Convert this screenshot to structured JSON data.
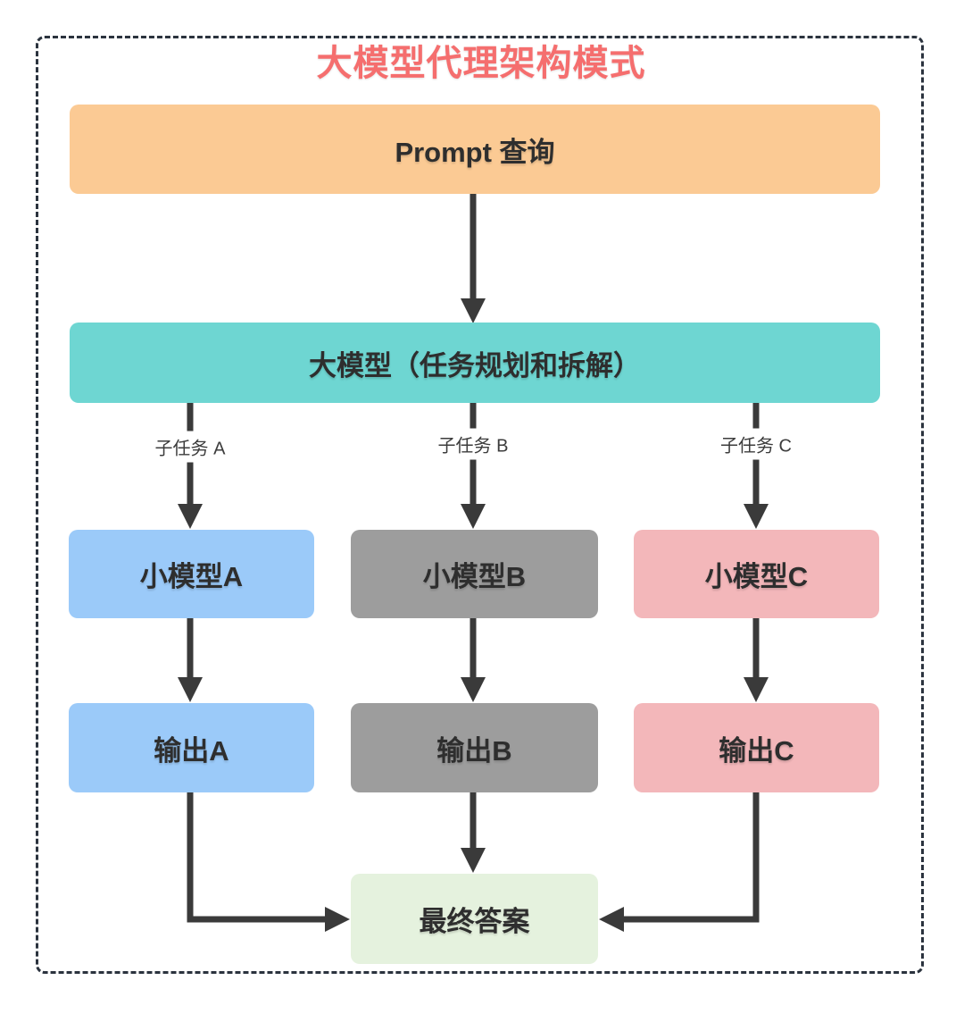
{
  "diagram": {
    "title": "大模型代理架构模式",
    "nodes": {
      "prompt": {
        "label": "Prompt 查询"
      },
      "llm": {
        "label": "大模型（任务规划和拆解）"
      },
      "model_a": {
        "label": "小模型A"
      },
      "model_b": {
        "label": "小模型B"
      },
      "model_c": {
        "label": "小模型C"
      },
      "output_a": {
        "label": "输出A"
      },
      "output_b": {
        "label": "输出B"
      },
      "output_c": {
        "label": "输出C"
      },
      "final": {
        "label": "最终答案"
      }
    },
    "edge_labels": {
      "subtask_a": "子任务 A",
      "subtask_b": "子任务 B",
      "subtask_c": "子任务 C"
    },
    "colors": {
      "title_text": "#f56e6e",
      "border": "#2b333e",
      "arrow": "#3a3a3a",
      "prompt_box": "#fbca94",
      "llm_box": "#6ed6d2",
      "branch_a_box": "#9bcaf9",
      "branch_b_box": "#9d9d9d",
      "branch_c_box": "#f3b7ba",
      "final_box": "#e5f2de",
      "node_text": "#2e2e2e",
      "background": "#ffffff"
    }
  }
}
